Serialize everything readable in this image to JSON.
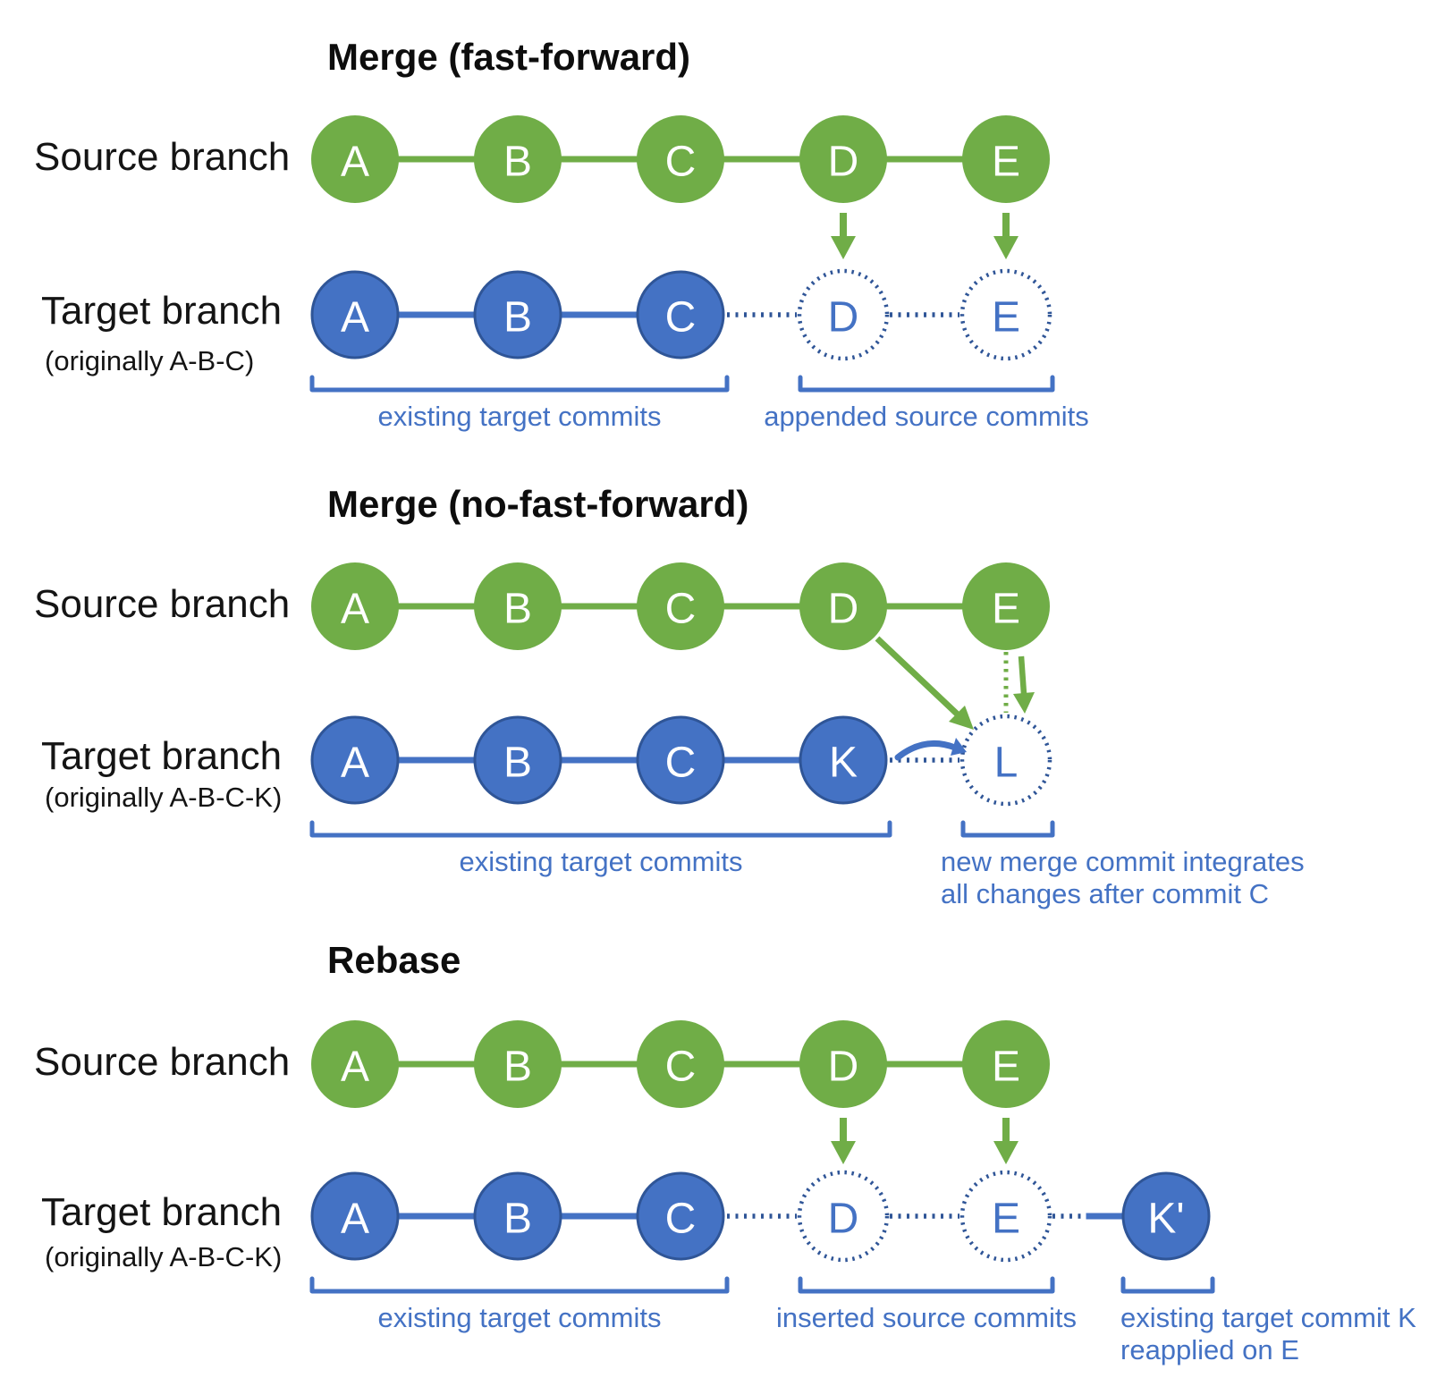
{
  "colors": {
    "green": "#70AD47",
    "blue": "#4472C4",
    "blue_dark": "#2F5597",
    "text": "#0D0D0D",
    "white": "#FFFFFF"
  },
  "sections": [
    {
      "title": "Merge (fast-forward)",
      "source_label": "Source branch",
      "target_label": "Target branch",
      "target_sublabel": "(originally A-B-C)",
      "source_commits": [
        "A",
        "B",
        "C",
        "D",
        "E"
      ],
      "target_commits": [
        {
          "label": "A"
        },
        {
          "label": "B"
        },
        {
          "label": "C"
        },
        {
          "label": "D",
          "dotted": true
        },
        {
          "label": "E",
          "dotted": true
        }
      ],
      "down_arrow_cols": [
        3,
        4
      ],
      "brackets": [
        {
          "from_col": 0,
          "to_col": 2,
          "caption": "existing target commits"
        },
        {
          "from_col": 3,
          "to_col": 4,
          "caption": "appended source commits"
        }
      ]
    },
    {
      "title": "Merge (no-fast-forward)",
      "source_label": "Source branch",
      "target_label": "Target branch",
      "target_sublabel": "(originally A-B-C-K)",
      "source_commits": [
        "A",
        "B",
        "C",
        "D",
        "E"
      ],
      "target_commits": [
        {
          "label": "A"
        },
        {
          "label": "B"
        },
        {
          "label": "C"
        },
        {
          "label": "K"
        },
        {
          "label": "L",
          "dotted": true
        }
      ],
      "special": "no_ff",
      "down_arrow_cols": [],
      "brackets": [
        {
          "from_col": 0,
          "to_col": 3,
          "caption": "existing target commits"
        },
        {
          "from_col": 4,
          "to_col": 4,
          "caption_lines": [
            "new merge commit integrates",
            "all changes after commit C"
          ]
        }
      ]
    },
    {
      "title": "Rebase",
      "source_label": "Source branch",
      "target_label": "Target branch",
      "target_sublabel": "(originally A-B-C-K)",
      "source_commits": [
        "A",
        "B",
        "C",
        "D",
        "E"
      ],
      "target_commits": [
        {
          "label": "A"
        },
        {
          "label": "B"
        },
        {
          "label": "C"
        },
        {
          "label": "D",
          "dotted": true
        },
        {
          "label": "E",
          "dotted": true
        },
        {
          "label": "K'"
        }
      ],
      "down_arrow_cols": [
        3,
        4
      ],
      "brackets": [
        {
          "from_col": 0,
          "to_col": 2,
          "caption": "existing target commits"
        },
        {
          "from_col": 3,
          "to_col": 4,
          "caption": "inserted source commits"
        },
        {
          "from_col": 5,
          "to_col": 5,
          "caption_lines": [
            "existing target commit K",
            "reapplied on E"
          ]
        }
      ]
    }
  ]
}
